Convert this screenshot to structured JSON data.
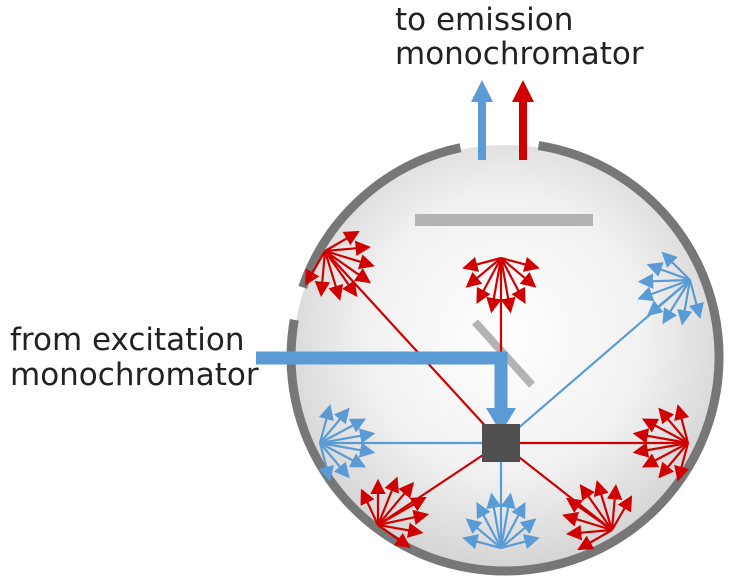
{
  "labels": {
    "output_line1": "to emission",
    "output_line2": "monochromator",
    "input_line1": "from excitation",
    "input_line2": "monochromator"
  },
  "colors": {
    "excitation_blue": "#5b9bd5",
    "emission_red": "#d00000",
    "sphere_wall": "#777777",
    "baffle": "#b3b3b3",
    "sample": "#505050",
    "sphere_fill_center": "#ffffff",
    "sphere_fill_edge": "#d4d4d4"
  }
}
